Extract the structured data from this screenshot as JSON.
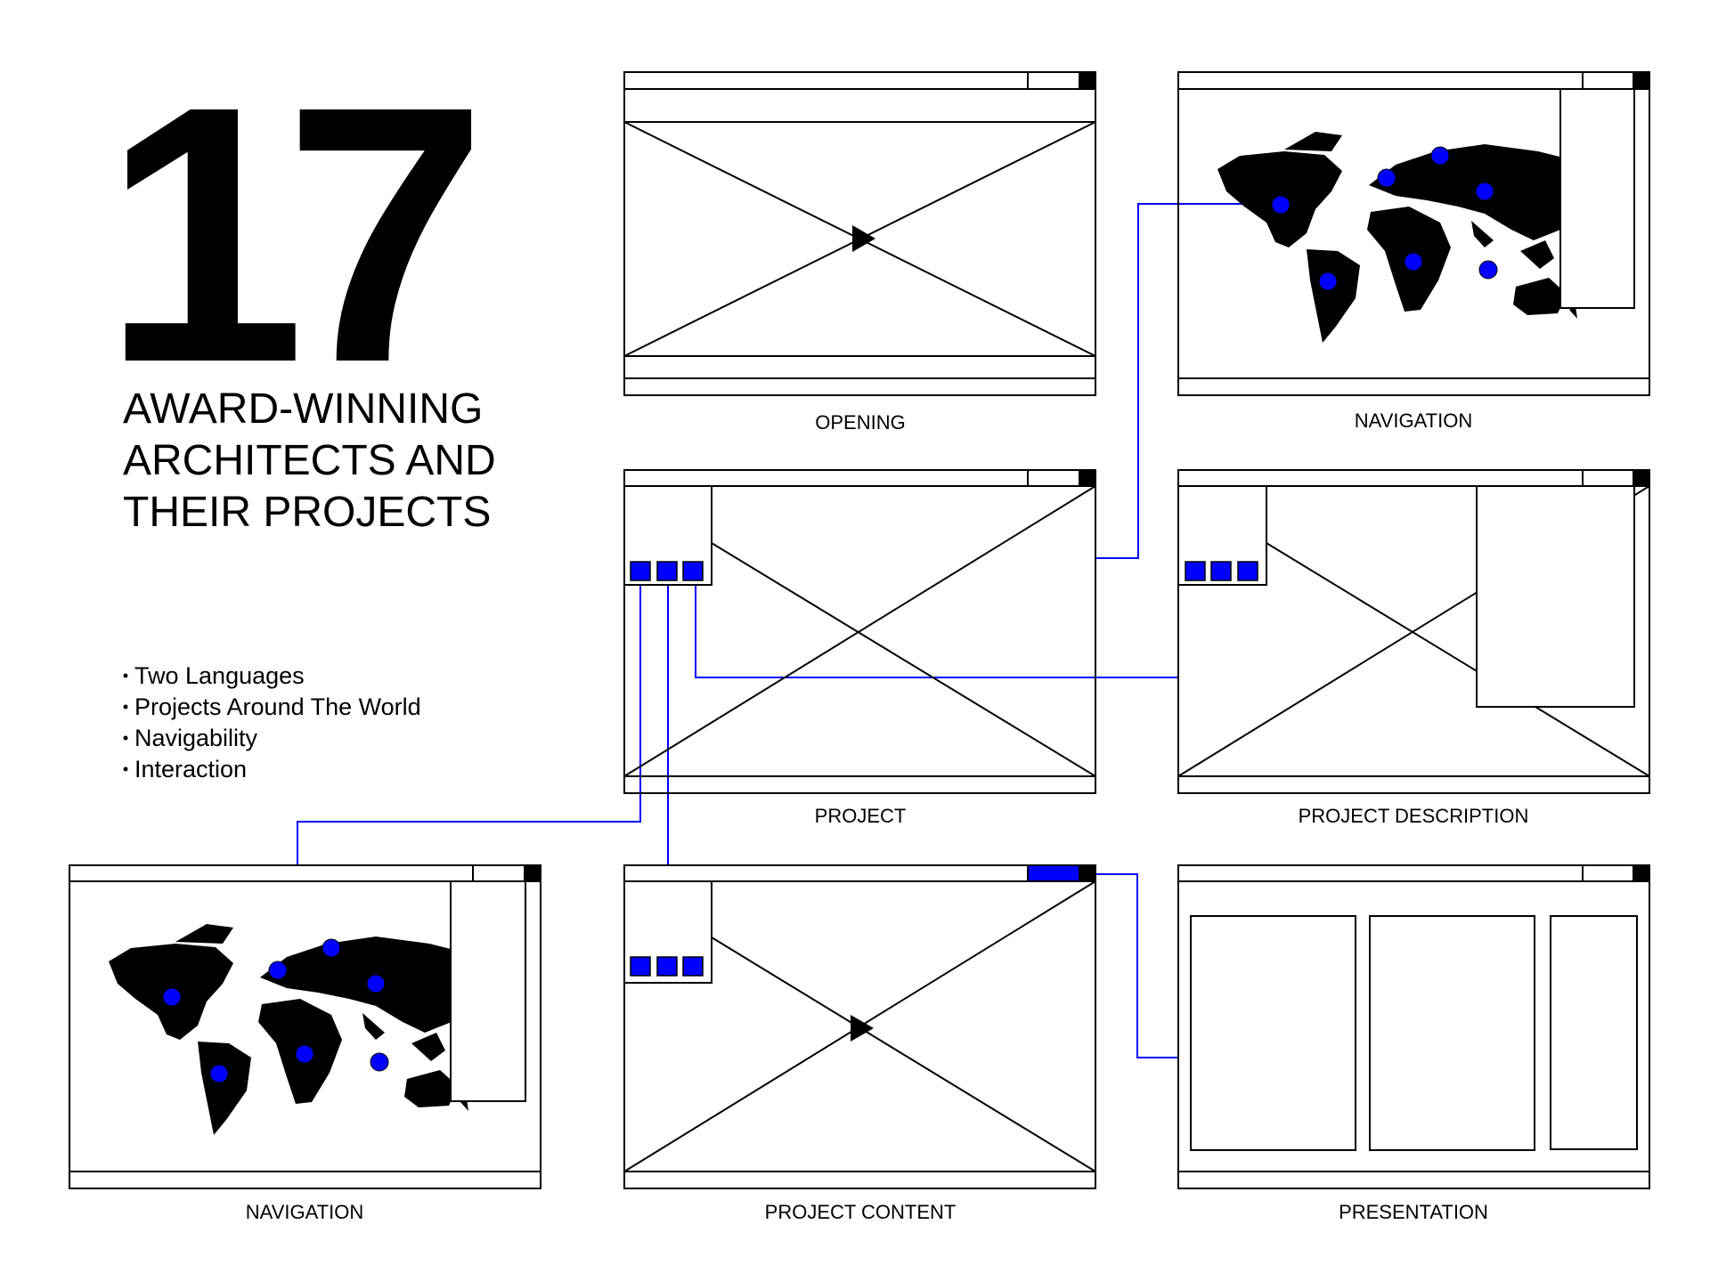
{
  "headline": {
    "number": "17",
    "lines": [
      "AWARD-WINNING",
      "ARCHITECTS AND",
      "THEIR PROJECTS"
    ]
  },
  "features": [
    "Two Languages",
    "Projects Around The World",
    "Navigability",
    "Interaction"
  ],
  "wireframes": {
    "opening": "OPENING",
    "navigation_top": "NAVIGATION",
    "project": "PROJECT",
    "project_description": "PROJECT DESCRIPTION",
    "navigation_bottom": "NAVIGATION",
    "project_content": "PROJECT CONTENT",
    "presentation": "PRESENTATION"
  },
  "colors": {
    "accent": "#0000ff",
    "ink": "#000000",
    "paper": "#ffffff"
  }
}
